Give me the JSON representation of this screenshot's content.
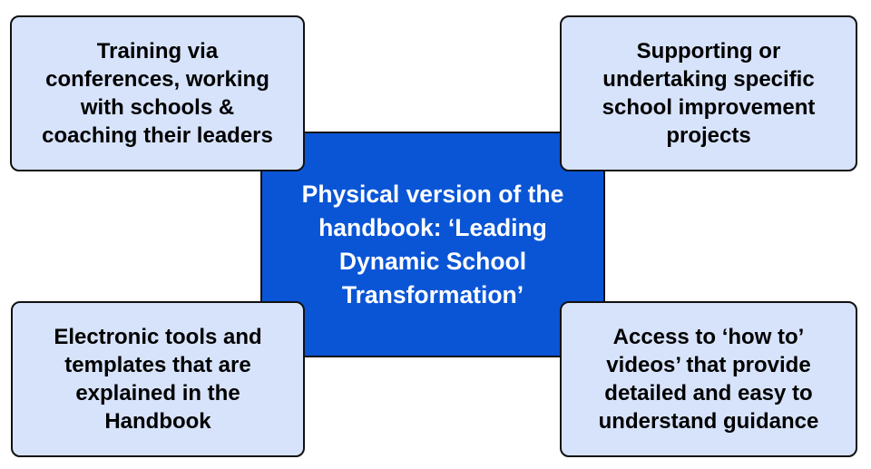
{
  "diagram": {
    "center": {
      "text": "Physical version of the\nhandbook: ‘Leading\nDynamic School\nTransformation’"
    },
    "top_left": {
      "text": "Training via\nconferences, working\nwith schools &\ncoaching their leaders"
    },
    "top_right": {
      "text": "Supporting or\nundertaking specific\nschool improvement\nprojects"
    },
    "bottom_left": {
      "text": "Electronic tools and\ntemplates that are\nexplained in the\nHandbook"
    },
    "bottom_right": {
      "text": "Access to ‘how to’\nvideos’ that provide\ndetailed and easy to\nunderstand guidance"
    },
    "colors": {
      "center_fill": "#0a55d6",
      "box_fill": "#d7e3fb",
      "border": "#111111",
      "center_text": "#ffffff",
      "box_text": "#000000"
    }
  }
}
